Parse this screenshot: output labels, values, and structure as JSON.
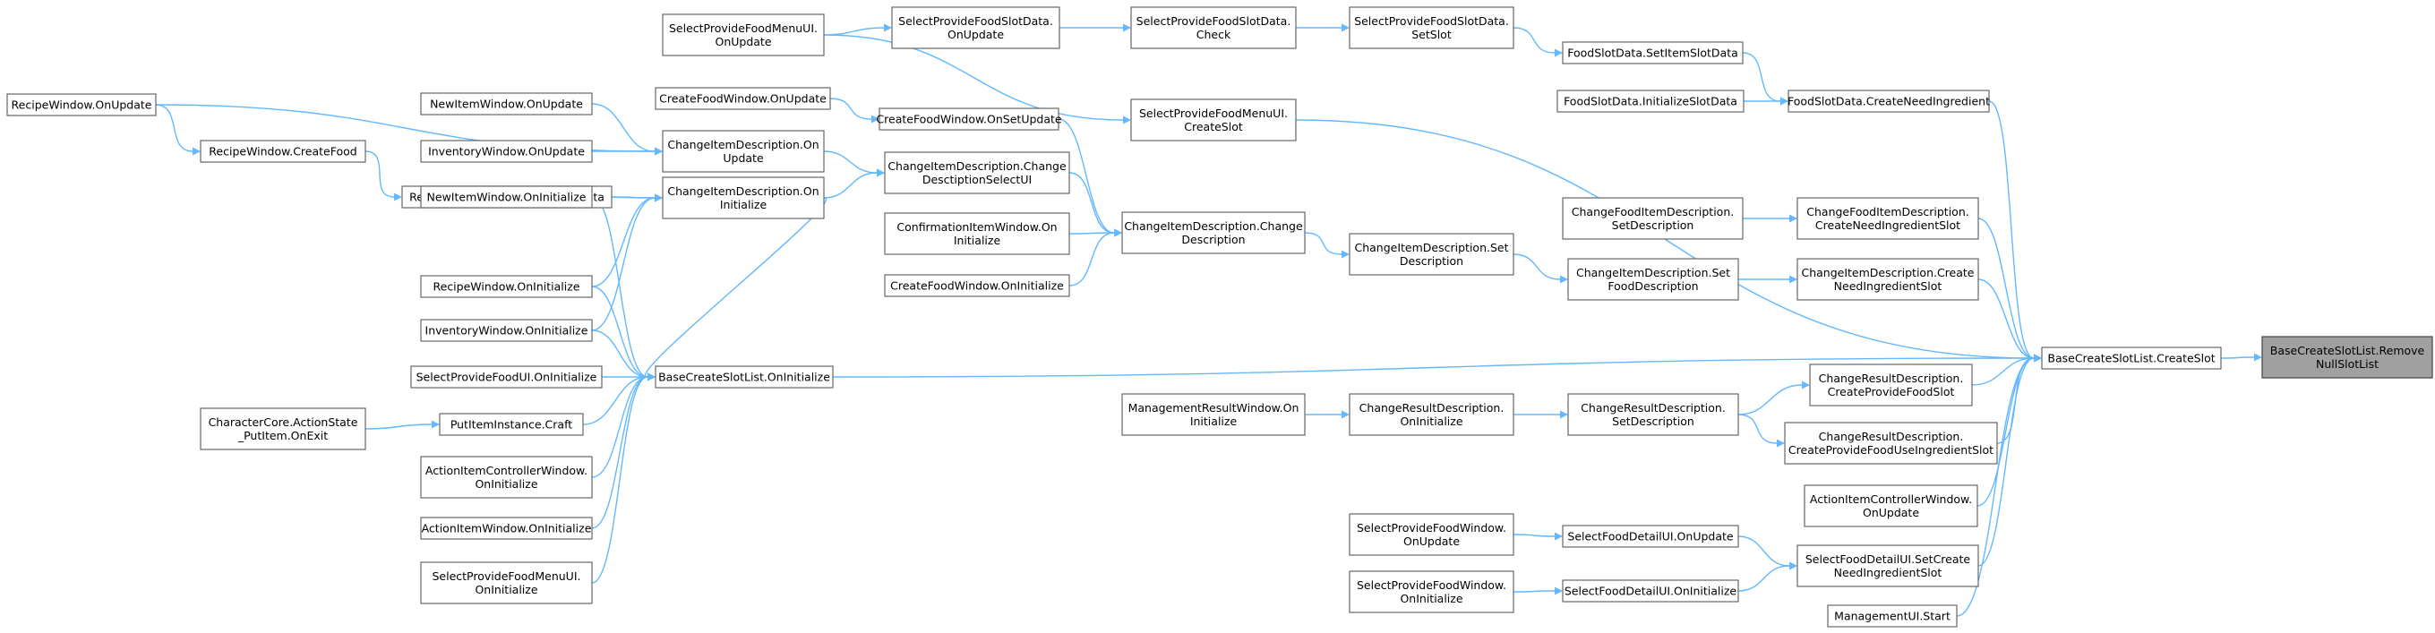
{
  "colors": {
    "edge": "#63b8ff",
    "node_border": "#666666",
    "node_fill": "#ffffff",
    "target_fill": "#a0a0a0",
    "text": "#000000"
  },
  "nodes": {
    "recipe_onupdate": [
      "RecipeWindow.OnUpdate"
    ],
    "recipe_createfood": [
      "RecipeWindow.CreateFood"
    ],
    "recipe_initrecipedata": [
      "RecipeWindow.InitializeRecipeData"
    ],
    "newitem_onupdate": [
      "NewItemWindow.OnUpdate"
    ],
    "inventory_onupdate": [
      "InventoryWindow.OnUpdate"
    ],
    "changeitem_onupdate": [
      "ChangeItemDescription.On",
      "Update"
    ],
    "newitem_oninit": [
      "NewItemWindow.OnInitialize"
    ],
    "changeitem_oninit": [
      "ChangeItemDescription.On",
      "Initialize"
    ],
    "recipe_oninit": [
      "RecipeWindow.OnInitialize"
    ],
    "inventory_oninit": [
      "InventoryWindow.OnInitialize"
    ],
    "spfoodui_oninit": [
      "SelectProvideFoodUI.OnInitialize"
    ],
    "base_oninit": [
      "BaseCreateSlotList.OnInitialize"
    ],
    "charcore_onexit": [
      "CharacterCore.ActionState",
      "_PutItem.OnExit"
    ],
    "putitem_craft": [
      "PutItemInstance.Craft"
    ],
    "aicw_oninit": [
      "ActionItemControllerWindow.",
      "OnInitialize"
    ],
    "aiw_oninit": [
      "ActionItemWindow.OnInitialize"
    ],
    "spfmenu_oninit": [
      "SelectProvideFoodMenuUI.",
      "OnInitialize"
    ],
    "spfmenu_onupdate": [
      "SelectProvideFoodMenuUI.",
      "OnUpdate"
    ],
    "createfood_onupdate": [
      "CreateFoodWindow.OnUpdate"
    ],
    "createfood_onsetupdate": [
      "CreateFoodWindow.OnSetUpdate"
    ],
    "changeitem_changeselect": [
      "ChangeItemDescription.Change",
      "DesctiptionSelectUI"
    ],
    "confirm_oninit": [
      "ConfirmationItemWindow.On",
      "Initialize"
    ],
    "createfood_oninit": [
      "CreateFoodWindow.OnInitialize"
    ],
    "spfslotdata_onupdate": [
      "SelectProvideFoodSlotData.",
      "OnUpdate"
    ],
    "spfmenu_createslot": [
      "SelectProvideFoodMenuUI.",
      "CreateSlot"
    ],
    "changeitem_changedesc": [
      "ChangeItemDescription.Change",
      "Description"
    ],
    "spfslotdata_check": [
      "SelectProvideFoodSlotData.",
      "Check"
    ],
    "changeitem_setdesc": [
      "ChangeItemDescription.Set",
      "Description"
    ],
    "spfslotdata_setslot": [
      "SelectProvideFoodSlotData.",
      "SetSlot"
    ],
    "foodslot_setitem": [
      "FoodSlotData.SetItemSlotData"
    ],
    "foodslot_initslot": [
      "FoodSlotData.InitializeSlotData"
    ],
    "cfid_setdesc": [
      "ChangeFoodItemDescription.",
      "SetDescription"
    ],
    "changeitem_setfooddesc": [
      "ChangeItemDescription.Set",
      "FoodDescription"
    ],
    "mgmt_oninit": [
      "ManagementResultWindow.On",
      "Initialize"
    ],
    "crd_oninit": [
      "ChangeResultDescription.",
      "OnInitialize"
    ],
    "crd_setdesc": [
      "ChangeResultDescription.",
      "SetDescription"
    ],
    "spfw_onupdate": [
      "SelectProvideFoodWindow.",
      "OnUpdate"
    ],
    "spfw_oninit": [
      "SelectProvideFoodWindow.",
      "OnInitialize"
    ],
    "sfd_onupdate": [
      "SelectFoodDetailUI.OnUpdate"
    ],
    "sfd_oninit": [
      "SelectFoodDetailUI.OnInitialize"
    ],
    "foodslot_createneed": [
      "FoodSlotData.CreateNeedIngredient"
    ],
    "cfid_createneed": [
      "ChangeFoodItemDescription.",
      "CreateNeedIngredientSlot"
    ],
    "changeitem_createneed": [
      "ChangeItemDescription.Create",
      "NeedIngredientSlot"
    ],
    "crd_createprovide": [
      "ChangeResultDescription.",
      "CreateProvideFoodSlot"
    ],
    "crd_createprovideuse": [
      "ChangeResultDescription.",
      "CreateProvideFoodUseIngredientSlot"
    ],
    "aicw_onupdate": [
      "ActionItemControllerWindow.",
      "OnUpdate"
    ],
    "sfd_setcreate": [
      "SelectFoodDetailUI.SetCreate",
      "NeedIngredientSlot"
    ],
    "mgmtui_start": [
      "ManagementUI.Start"
    ],
    "base_createslot": [
      "BaseCreateSlotList.CreateSlot"
    ],
    "base_remove": [
      "BaseCreateSlotList.Remove",
      "NullSlotList"
    ]
  }
}
